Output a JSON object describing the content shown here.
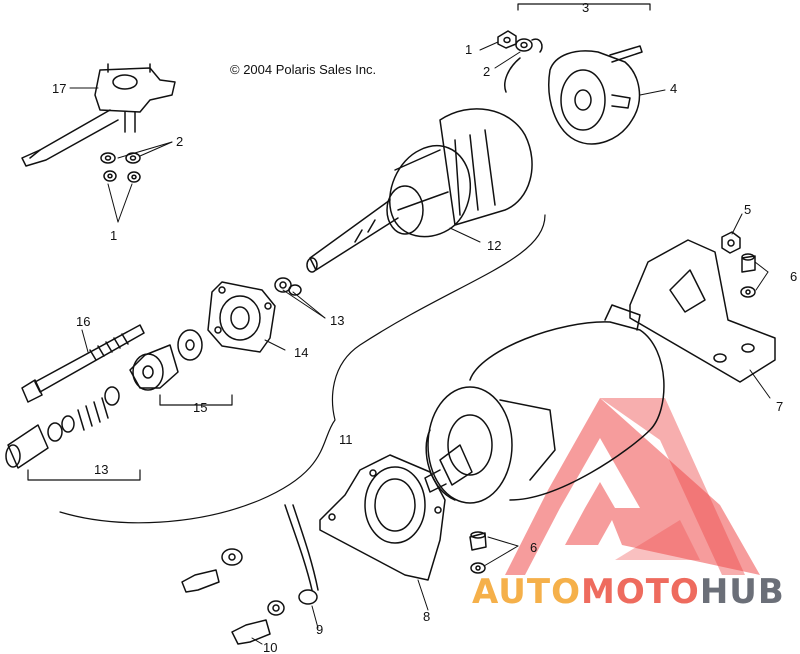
{
  "copyright": "© 2004 Polaris Sales Inc.",
  "callouts": [
    "1",
    "2",
    "3",
    "4",
    "5",
    "6",
    "7",
    "8",
    "9",
    "10",
    "11",
    "12",
    "13",
    "14",
    "15",
    "16",
    "17"
  ],
  "watermark": {
    "part1": "AUTO",
    "part2": "MOTO",
    "part3": "HUB"
  },
  "colors": {
    "line": "#111111",
    "wm_red": "#ee4b4b",
    "wm_orange": "#f5b04a",
    "wm_gray": "#6b6f78"
  }
}
